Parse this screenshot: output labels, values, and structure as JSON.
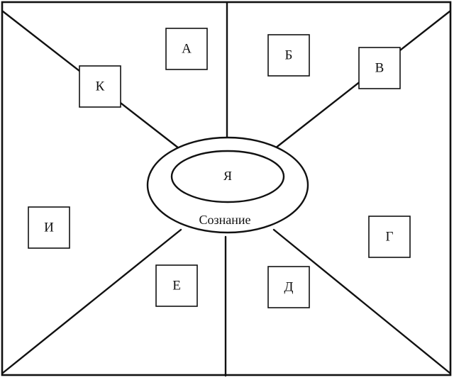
{
  "diagram": {
    "inner_label": "Я",
    "outer_label": "Сознание",
    "boxes": {
      "a": "А",
      "b": "Б",
      "v": "В",
      "g": "Г",
      "d": "Д",
      "e": "Е",
      "i": "И",
      "k": "К"
    }
  }
}
